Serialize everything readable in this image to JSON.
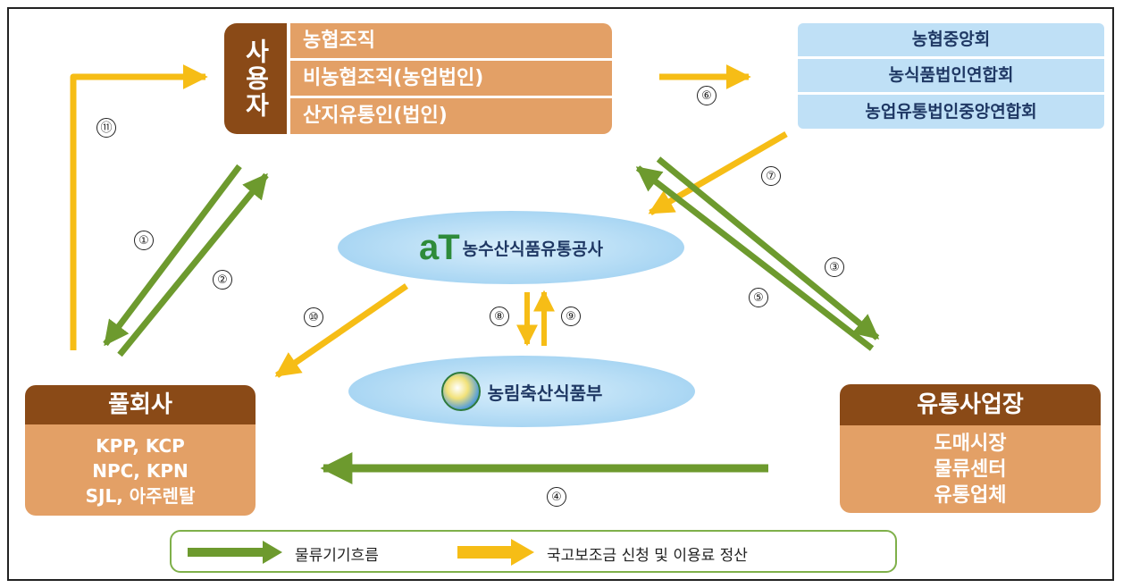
{
  "user_block": {
    "header": "사용자",
    "items": [
      "농협조직",
      "비농협조직(농업법인)",
      "산지유통인(법인)"
    ]
  },
  "assoc_block": {
    "items": [
      "농협중앙회",
      "농식품법인연합회",
      "농업유통법인중앙연합회"
    ]
  },
  "at_node": {
    "logo": "aT",
    "label": "농수산식품유통공사"
  },
  "ministry_node": {
    "label": "농림축산식품부"
  },
  "pool_block": {
    "header": "풀회사",
    "lines": [
      "KPP, KCP",
      "NPC, KPN",
      "SJL, 아주렌탈"
    ]
  },
  "dist_block": {
    "header": "유통사업장",
    "lines": [
      "도매시장",
      "물류센터",
      "유통업체"
    ]
  },
  "steps": [
    "①",
    "②",
    "③",
    "④",
    "⑤",
    "⑥",
    "⑦",
    "⑧",
    "⑨",
    "⑩",
    "⑪"
  ],
  "legend": {
    "green_label": "물류기기흐름",
    "yellow_label": "국고보조금 신청 및 이용료 정산"
  },
  "colors": {
    "green": "#6d9a2e",
    "yellow": "#f6bd16",
    "brown": "#8a4a17",
    "tan": "#e3a066",
    "light_blue": "#bfe0f6"
  }
}
